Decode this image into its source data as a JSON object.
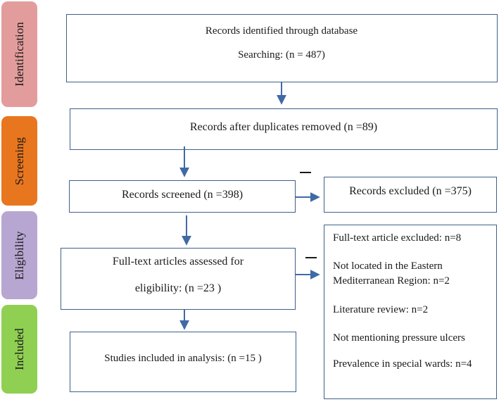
{
  "phases": [
    {
      "label": "Identification",
      "color": "#e39c9c"
    },
    {
      "label": "Screening",
      "color": "#e8761f"
    },
    {
      "label": "Eligibility",
      "color": "#b7a6d1"
    },
    {
      "label": "Included",
      "color": "#8fcf52"
    }
  ],
  "boxes": {
    "identified": {
      "line1": "Records identified through database",
      "line2": "Searching: (n = 487)"
    },
    "duplicates": {
      "text": "Records after duplicates removed (n =89)"
    },
    "screened": {
      "text": "Records screened (n =398)"
    },
    "excluded": {
      "text": "Records excluded (n =375)"
    },
    "fulltext": {
      "line1": "Full-text articles assessed for",
      "line2": "eligibility: (n =23 )"
    },
    "fulltext_excluded": {
      "items": [
        "Full-text article excluded: n=8",
        "Not located in the Eastern",
        "Mediterranean Region: n=2",
        "Literature review: n=2",
        "Not mentioning pressure ulcers",
        "Prevalence in special wards: n=4"
      ]
    },
    "included": {
      "text": "Studies included in analysis: (n =15 )"
    }
  },
  "colors": {
    "arrow": "#3f6aa6",
    "box_border": "#3f5f8a"
  }
}
